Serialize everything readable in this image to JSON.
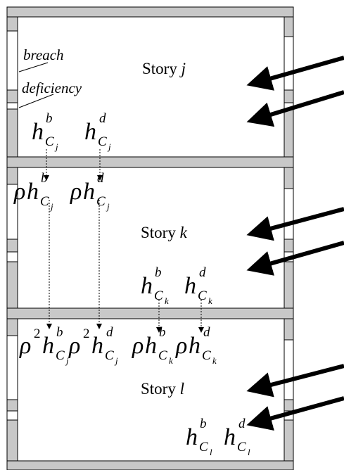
{
  "stories": [
    {
      "label": "Story",
      "var": "j"
    },
    {
      "label": "Story",
      "var": "k"
    },
    {
      "label": "Story",
      "var": "l"
    }
  ],
  "annotations": {
    "breach": "breach",
    "deficiency": "deficiency"
  },
  "symbols": {
    "h": "h",
    "C": "C",
    "rho": "ρ",
    "square": "2",
    "b": "b",
    "d": "d",
    "j": "j",
    "k": "k",
    "l": "l"
  },
  "colors": {
    "wall": "#c8c8c8",
    "stroke": "#000000",
    "background": "#ffffff"
  }
}
